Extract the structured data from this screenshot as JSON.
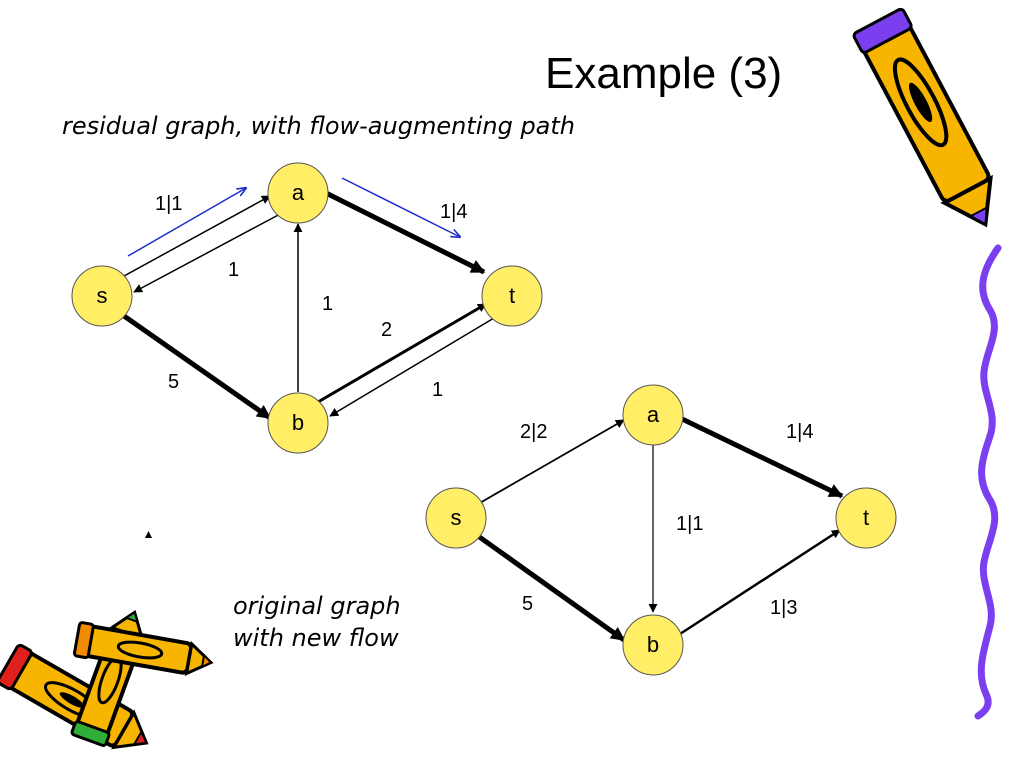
{
  "title": "Example (3)",
  "subtitle": "residual graph, with flow-augmenting path",
  "caption": {
    "line1": "original graph",
    "line2": "with new flow"
  },
  "colors": {
    "node_fill": "#FFEE66",
    "edge": "#000000",
    "augment_path": "#1F2FCC"
  },
  "residual_graph": {
    "nodes": {
      "s": "s",
      "a": "a",
      "b": "b",
      "t": "t"
    },
    "edge_labels": {
      "s_a": "1|1",
      "a_t": "1|4",
      "a_s": "1",
      "b_a": "1",
      "b_t": "2",
      "t_b": "1",
      "s_b": "5"
    }
  },
  "original_graph": {
    "nodes": {
      "s": "s",
      "a": "a",
      "b": "b",
      "t": "t"
    },
    "edge_labels": {
      "s_a": "2|2",
      "a_t": "1|4",
      "a_b": "1|1",
      "s_b": "5",
      "b_t": "1|3"
    }
  }
}
